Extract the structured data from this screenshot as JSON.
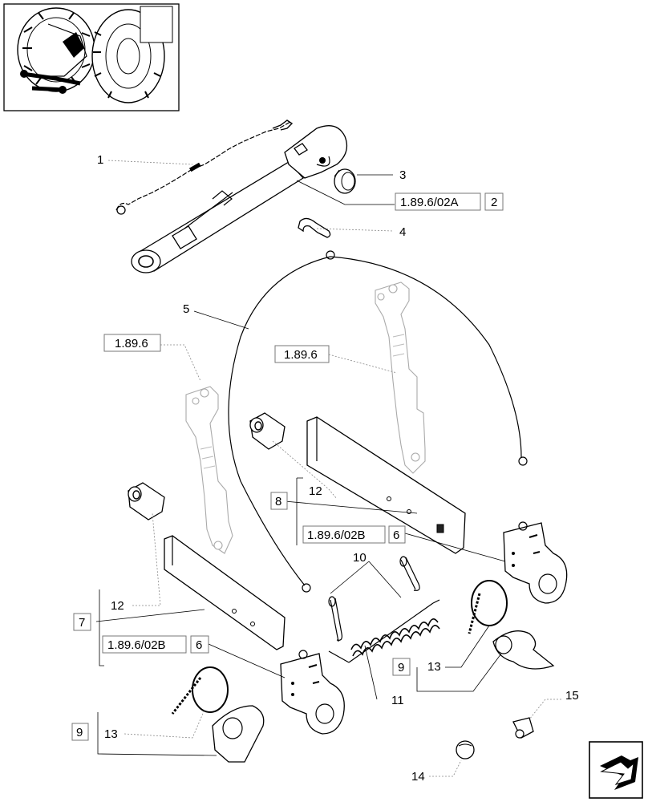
{
  "callouts": {
    "c1": "1",
    "c3": "3",
    "c4": "4",
    "c5": "5",
    "c10": "10",
    "c11": "11",
    "c12a": "12",
    "c12b": "12",
    "c13a": "13",
    "c13b": "13",
    "c14": "14",
    "c15": "15"
  },
  "references": {
    "r1": {
      "code": "1.89.6/02A",
      "num": "2"
    },
    "r2": {
      "code": "1.89.6"
    },
    "r3": {
      "code": "1.89.6"
    },
    "r4": {
      "num": "8"
    },
    "r5": {
      "code": "1.89.6/02B",
      "num": "6"
    },
    "r6": {
      "num": "7"
    },
    "r7": {
      "code": "1.89.6/02B",
      "num": "6"
    },
    "r8": {
      "num": "9"
    },
    "r9": {
      "num": "9"
    }
  },
  "icons": {
    "thumbnail": "tractor-thumbnail-icon",
    "nav": "next-page-arrow-icon"
  }
}
